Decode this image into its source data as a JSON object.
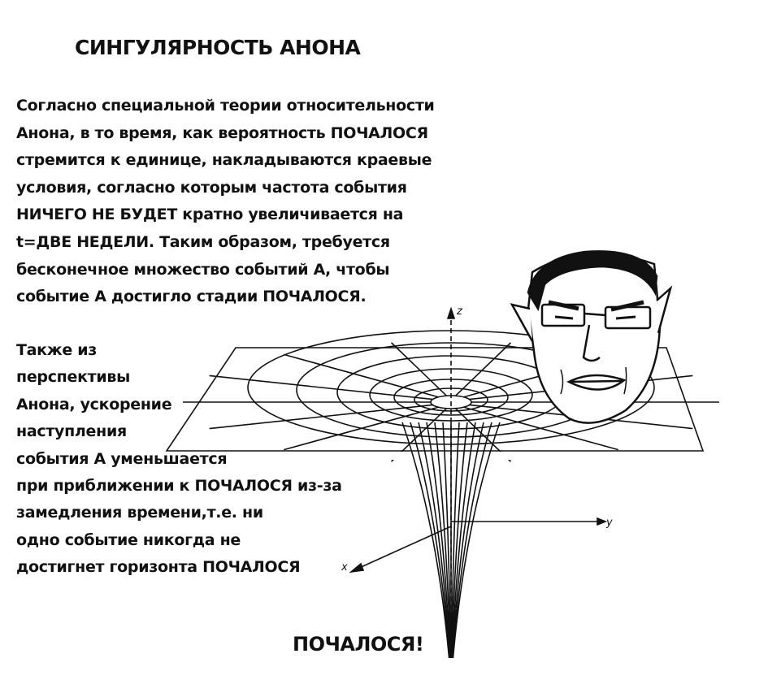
{
  "title": "СИНГУЛЯРНОСТЬ АНОНА",
  "paragraph1": [
    "Согласно специальной теории относительности",
    "Анона, в то время, как вероятность ПОЧАЛОСЯ",
    "стремится к единице, накладываются краевые",
    "условия, согласно которым частота события",
    "НИЧЕГО НЕ БУДЕТ кратно увеличивается на",
    "t=ДВЕ НЕДЕЛИ. Таким образом, требуется",
    "бесконечное множество событий А, чтобы",
    "событие А достигло стадии ПОЧАЛОСЯ."
  ],
  "paragraph2": [
    "Также из",
    "перспективы",
    "Анона, ускорение",
    "наступления",
    " события А уменьшается",
    "при приближении к ПОЧАЛОСЯ из-за",
    "замедления времени,т.е. ни",
    "одно событие никогда не",
    "достигнет горизонта ПОЧАЛОСЯ"
  ],
  "axes": {
    "x": "x",
    "y": "y",
    "z": "z"
  },
  "bottom_label": "ПОЧАЛОСЯ!"
}
